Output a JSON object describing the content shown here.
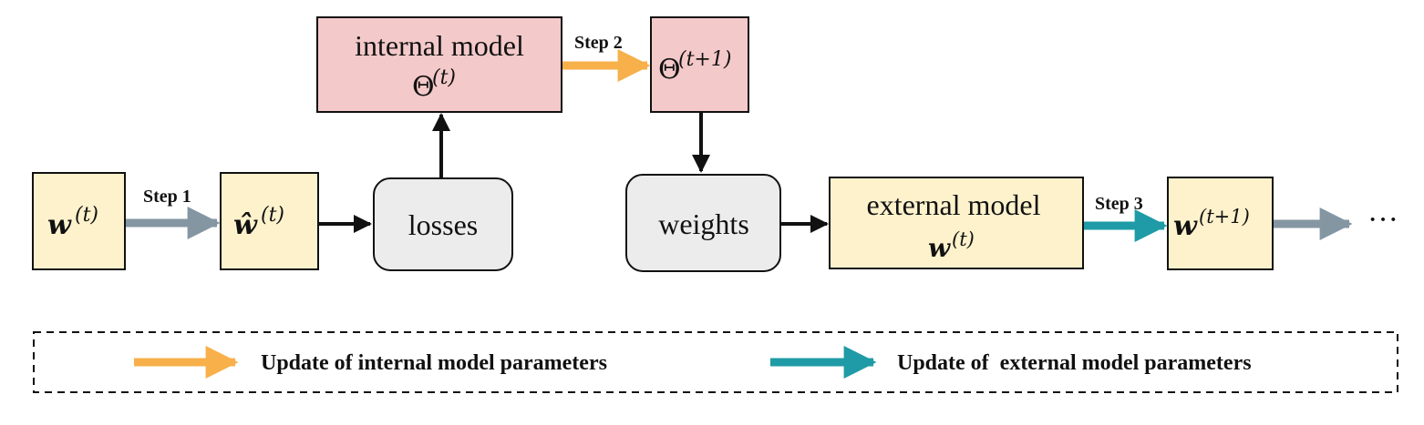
{
  "colors": {
    "yellow_fill": "#fdf2cc",
    "pink_fill": "#f4c9c9",
    "gray_fill": "#ececec",
    "orange_arrow": "#f7b04a",
    "teal_arrow": "#1e9ba6",
    "gray_arrow": "#8496a2",
    "black_arrow": "#111111"
  },
  "nodes": {
    "w_t": {
      "symbol": "w",
      "superscript": "(t)"
    },
    "w_hat_t": {
      "symbol": "ŵ",
      "superscript": "(t)"
    },
    "losses": {
      "label": "losses"
    },
    "internal_model": {
      "label": "internal model",
      "symbol": "Θ",
      "superscript": "(t)"
    },
    "theta_t1": {
      "symbol": "Θ",
      "superscript": "(t+1)"
    },
    "weights": {
      "label": "weights"
    },
    "external_model": {
      "label": "external model",
      "symbol": "w",
      "superscript": "(t)"
    },
    "w_t1": {
      "symbol": "w",
      "superscript": "(t+1)"
    },
    "ellipsis": "···"
  },
  "steps": {
    "step1": "Step 1",
    "step2": "Step 2",
    "step3": "Step 3"
  },
  "legend": {
    "internal": "Update of internal model parameters",
    "external": "Update of  external model parameters"
  }
}
